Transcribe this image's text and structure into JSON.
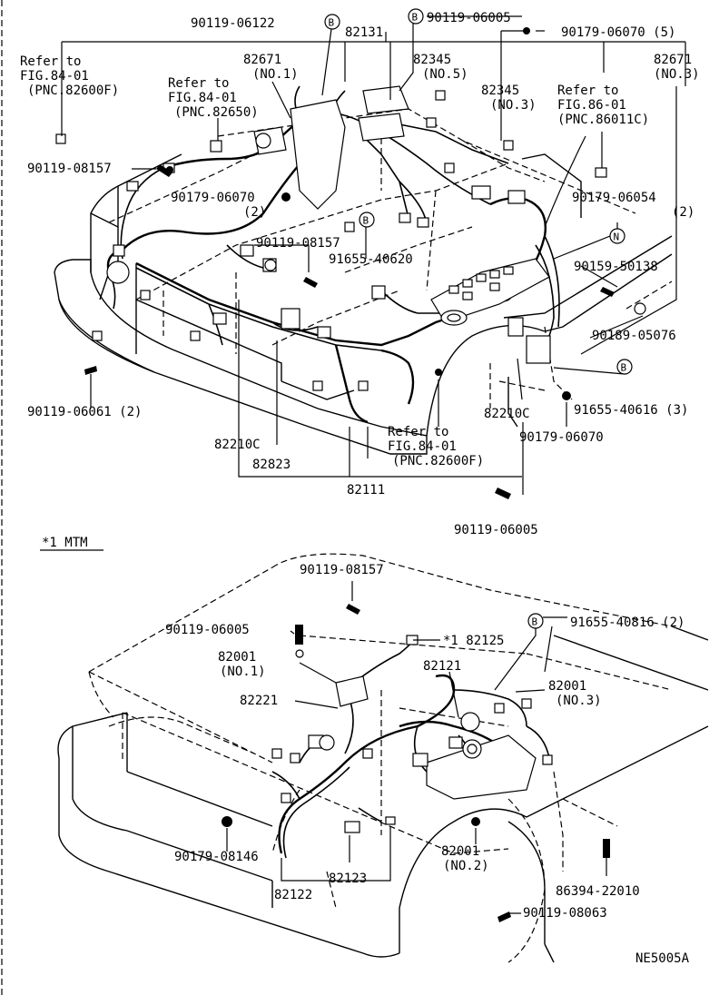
{
  "diagram_id": "NE5005A",
  "variant_note": "*1 MTM",
  "upper_labels": {
    "p90119_06122": "90119-06122",
    "p82131": "82131",
    "p90119_06005_top": "90119-06005",
    "p90179_06070_5": "90179-06070 (5)",
    "ref1_line1": "Refer to",
    "ref1_line2": "FIG.84-01",
    "ref1_line3": "(PNC.82600F)",
    "p82671_no1_a": "82671",
    "p82671_no1_b": "(NO.1)",
    "ref2_line1": "Refer to",
    "ref2_line2": "FIG.84-01",
    "ref2_line3": "(PNC.82650)",
    "p82345_no5_a": "82345",
    "p82345_no5_b": "(NO.5)",
    "p82345_no3_a": "82345",
    "p82345_no3_b": "(NO.3)",
    "ref3_line1": "Refer to",
    "ref3_line2": "FIG.86-01",
    "ref3_line3": "(PNC.86011C)",
    "p82671_no3_a": "82671",
    "p82671_no3_b": "(NO.3)",
    "p90119_08157_left": "90119-08157",
    "p90179_06070_2_a": "90179-06070",
    "p90179_06070_2_b": "(2)",
    "p90179_06054_a": "90179-06054",
    "p90179_06054_b": "(2)",
    "p90119_08157_mid": "90119-08157",
    "p91655_40620": "91655-40620",
    "p90159_50138": "90159-50138",
    "p90189_05076": "90189-05076",
    "p90119_06061": "90119-06061 (2)",
    "p91655_40616": "91655-40616 (3)",
    "p82210c_right": "82210C",
    "p90179_06070_low": "90179-06070",
    "ref4_line1": "Refer to",
    "ref4_line2": "FIG.84-01",
    "ref4_line3": "(PNC.82600F)",
    "p82210c_left": "82210C",
    "p82823": "82823",
    "p82111": "82111",
    "p90119_06005_low": "90119-06005"
  },
  "lower_labels": {
    "p90119_08157": "90119-08157",
    "p90119_06005": "90119-06005",
    "p82125": "*1 82125",
    "p91655_40816": "91655-40816 (2)",
    "p82001_no1_a": "82001",
    "p82001_no1_b": "(NO.1)",
    "p82121": "82121",
    "p82001_no3_a": "82001",
    "p82001_no3_b": "(NO.3)",
    "p82221": "82221",
    "p90179_08146": "90179-08146",
    "p82123": "82123",
    "p82001_no2_a": "82001",
    "p82001_no2_b": "(NO.2)",
    "p82122": "82122",
    "p86394_22010": "86394-22010",
    "p90119_08063": "90119-08063"
  },
  "marker_letters": {
    "b": "B",
    "n": "N"
  }
}
